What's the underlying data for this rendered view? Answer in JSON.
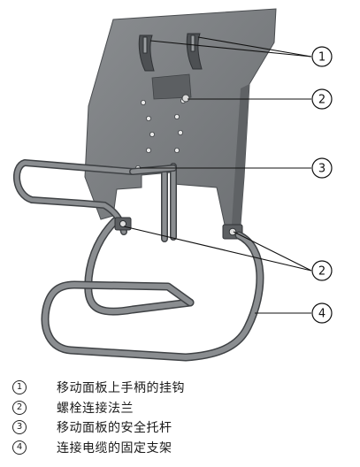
{
  "callouts": {
    "c1": "1",
    "c2_top": "2",
    "c3": "3",
    "c2_bottom": "2",
    "c4": "4"
  },
  "legend": [
    {
      "num": "1",
      "text": "移动面板上手柄的挂钩"
    },
    {
      "num": "2",
      "text": "螺栓连接法兰"
    },
    {
      "num": "3",
      "text": "移动面板的安全托杆"
    },
    {
      "num": "4",
      "text": "连接电缆的固定支架"
    }
  ],
  "colors": {
    "plate": "#7a7d80",
    "plate_dark": "#5c5f62",
    "rod": "#7d8083",
    "rod_edge": "#3f4245",
    "leader": "#111111"
  }
}
